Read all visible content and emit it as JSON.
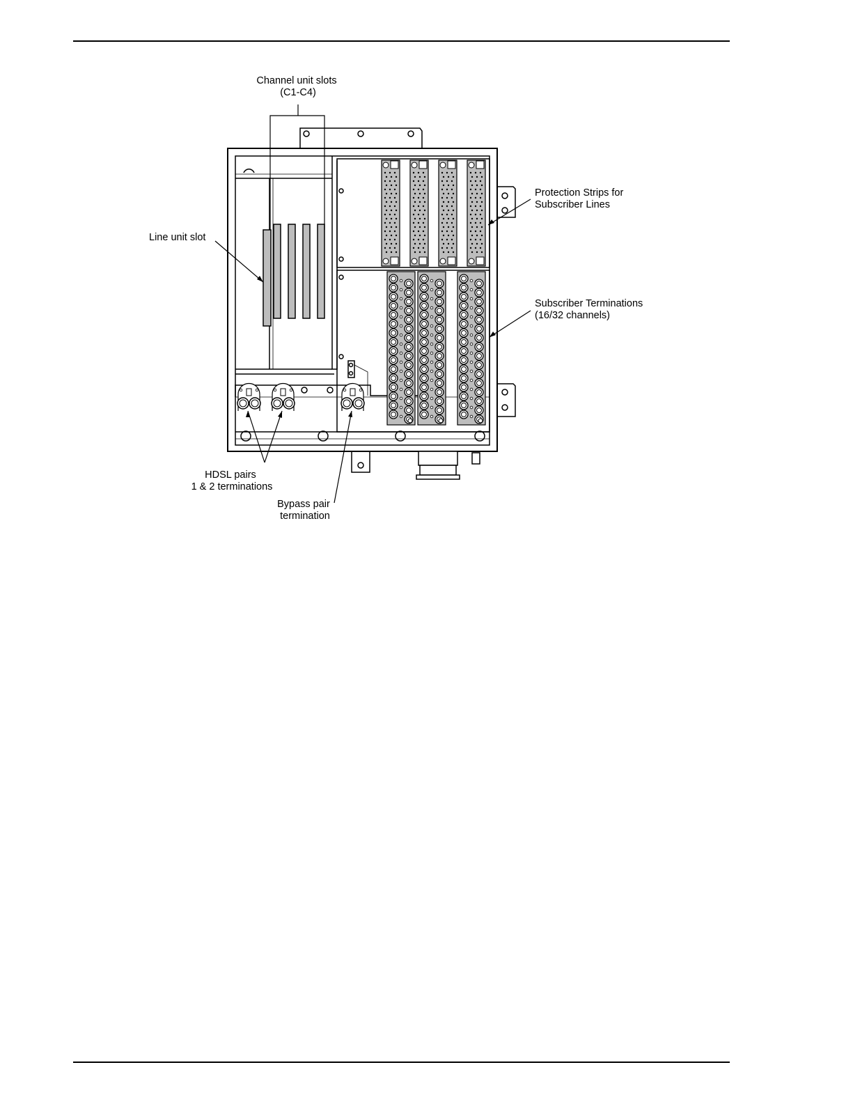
{
  "labels": {
    "channel_unit_slots": [
      "Channel unit slots",
      "(C1-C4)"
    ],
    "protection_strips": [
      "Protection Strips for",
      "Subscriber Lines"
    ],
    "line_unit_slot": [
      "Line unit slot"
    ],
    "subscriber_terminations": [
      "Subscriber Terminations",
      "(16/32 channels)"
    ],
    "hdsl_pairs": [
      "HDSL pairs",
      "1 & 2 terminations"
    ],
    "bypass_pair": [
      "Bypass pair",
      "termination"
    ]
  },
  "colors": {
    "line": "#000000",
    "panel_gray": "#bdbdbd",
    "background": "#ffffff"
  }
}
